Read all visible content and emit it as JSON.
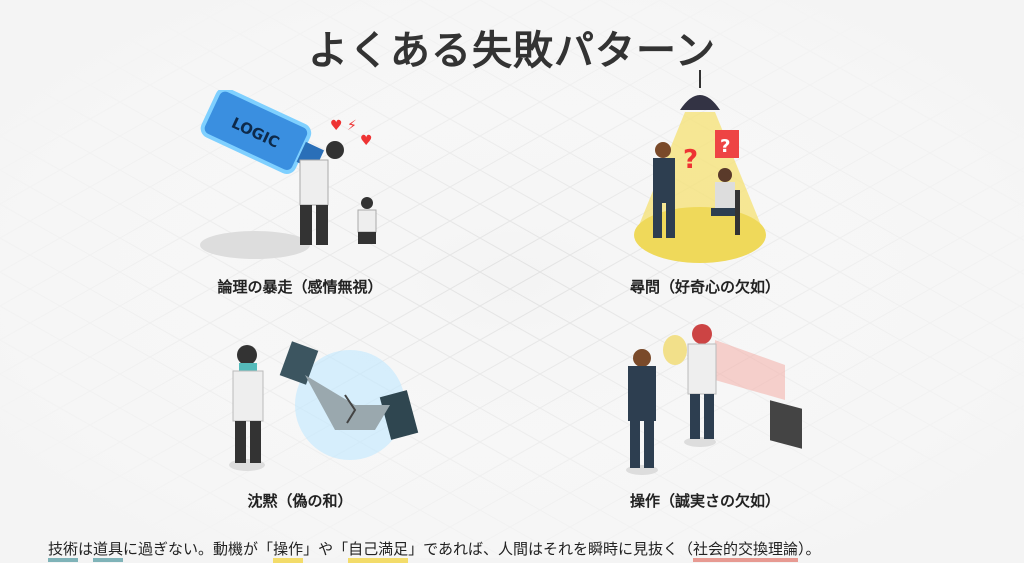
{
  "title": "よくある失敗パターン",
  "patterns": [
    {
      "label": "論理の暴走（感情無視）",
      "illustration_text": "LOGIC"
    },
    {
      "label": "尋問（好奇心の欠如）"
    },
    {
      "label": "沈黙（偽の和）"
    },
    {
      "label": "操作（誠実さの欠如）"
    }
  ],
  "footer": {
    "p1": "技術",
    "p2": "は",
    "p3": "道具",
    "p4": "に過ぎない。動機が「",
    "p5": "操作",
    "p6": "」や「",
    "p7": "自己満足",
    "p8": "」であれば、人間はそれを瞬時に見抜く（",
    "p9": "社会的交換理論",
    "p10": "）。"
  }
}
